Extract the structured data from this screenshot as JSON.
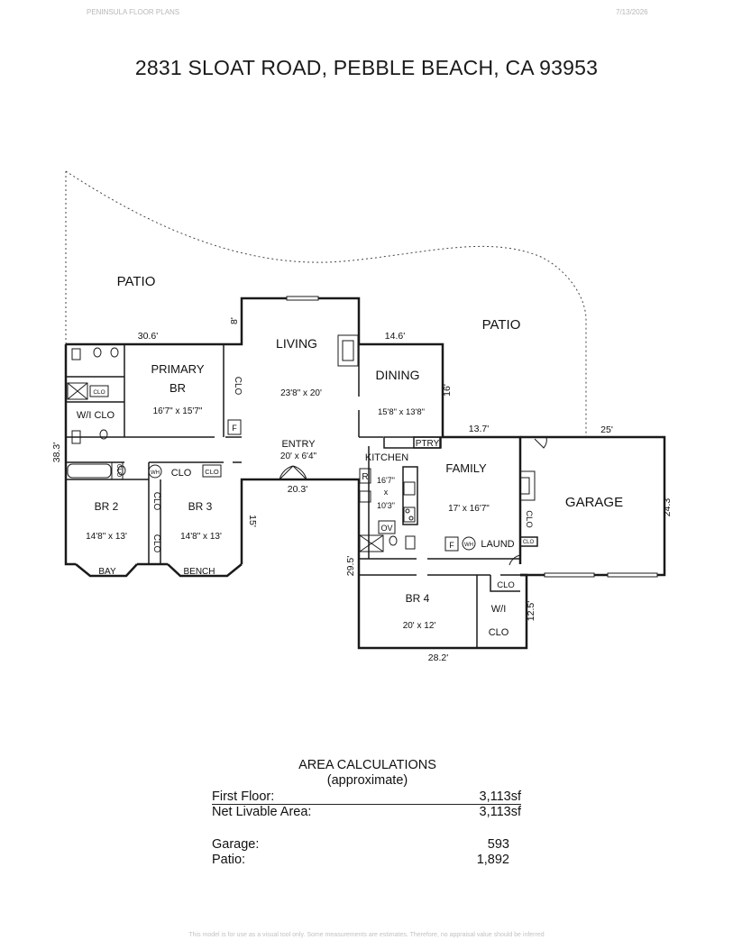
{
  "header": {
    "left": "PENINSULA FLOOR PLANS",
    "right": "7/13/2026"
  },
  "title": "2831 SLOAT ROAD, PEBBLE BEACH, CA  93953",
  "rooms": {
    "patio_left": "PATIO",
    "patio_right": "PATIO",
    "living": "LIVING",
    "living_dims": "23'8\" x 20'",
    "dining": "DINING",
    "dining_dims": "15'8\" x 13'8\"",
    "primary_line1": "PRIMARY",
    "primary_line2": "BR",
    "primary_dims": "16'7\" x 15'7\"",
    "wi_clo_left": "W/I CLO",
    "entry": "ENTRY",
    "entry_dims": "20' x 6'4\"",
    "kitchen": "KITCHEN",
    "kitchen_dims_1": "16'7\"",
    "kitchen_dims_x": "x",
    "kitchen_dims_2": "10'3\"",
    "family": "FAMILY",
    "family_dims": "17' x 16'7\"",
    "garage": "GARAGE",
    "br2": "BR 2",
    "br2_dims": "14'8\" x 13'",
    "br3": "BR 3",
    "br3_dims": "14'8\" x 13'",
    "br4": "BR 4",
    "br4_dims": "20' x 12'",
    "laund": "LAUND",
    "wi_line1": "W/I",
    "wi_line2": "CLO",
    "bay": "BAY",
    "bench": "BENCH",
    "ptry": "PTRY"
  },
  "labels": {
    "clo_primary": "CLO",
    "clo_small_1": "CLO",
    "clo_hall": "CLO",
    "clo_small_2": "CLO",
    "clo_bath": "CLO",
    "clo_br_a": "CLO",
    "clo_br_b": "CLO",
    "clo_family": "CLO",
    "clo_small_3": "CLO",
    "clo_br4": "CLO",
    "fireplace_primary": "F",
    "fireplace_laund": "F",
    "water_heater_1": "WH",
    "water_heater_2": "WH",
    "refrigerator": "R",
    "oven": "OV"
  },
  "dimensions": {
    "d_30_6": "30.6'",
    "d_8": "8'",
    "d_14_6": "14.6'",
    "d_16": "16'",
    "d_13_7": "13.7'",
    "d_25": "25'",
    "d_38_3": "38.3'",
    "d_20_3": "20.3'",
    "d_15": "15'",
    "d_24_3": "24.3'",
    "d_29_5": "29.5'",
    "d_12_5": "12.5'",
    "d_28_2": "28.2'"
  },
  "area": {
    "title": "AREA CALCULATIONS",
    "subtitle": "(approximate)",
    "rows": [
      {
        "label": "First  Floor:",
        "value": "3,113sf"
      },
      {
        "label": "Net Livable Area:",
        "value": "3,113sf"
      },
      {
        "label": "Garage:",
        "value": "593"
      },
      {
        "label": "Patio:",
        "value": "1,892"
      }
    ]
  },
  "footer": "This model is for use as a visual tool only. Some measurements are estimates. Therefore, no appraisal value should be inferred"
}
